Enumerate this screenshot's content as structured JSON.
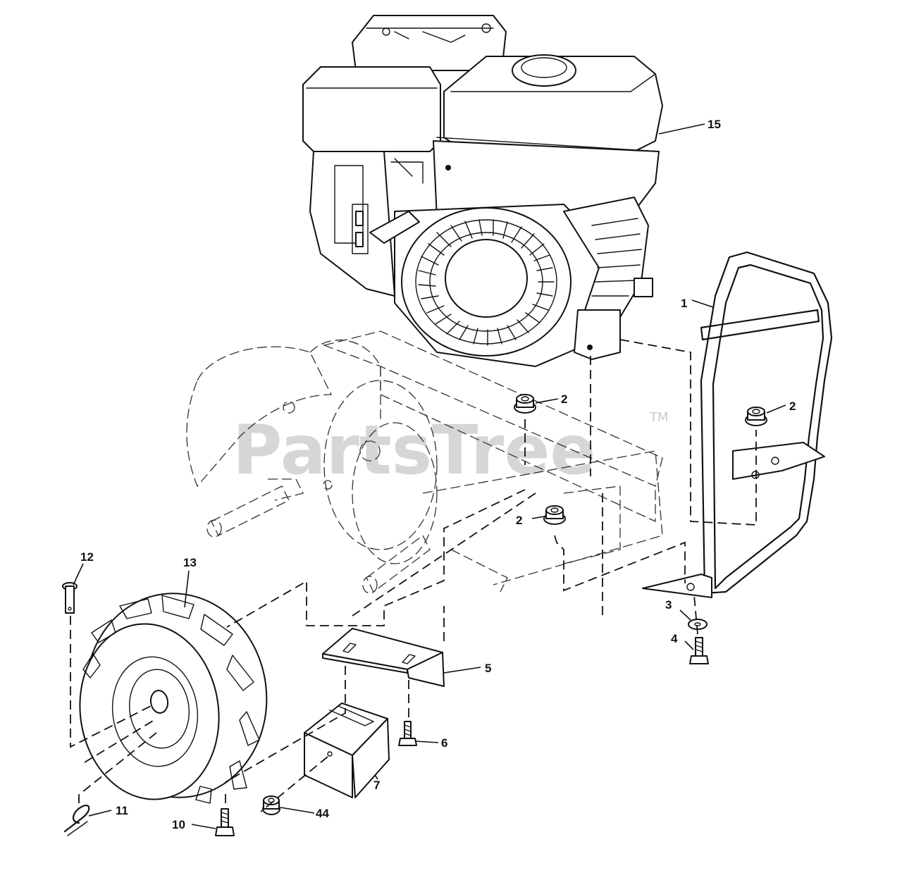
{
  "watermark": {
    "text": "PartsTree",
    "tm": "TM"
  },
  "callouts": {
    "engine": "15",
    "bumper": "1",
    "nut_upper": "2",
    "nut_bumper": "2",
    "nut_lower": "2",
    "washer": "3",
    "bolt_bumper": "4",
    "bracket": "5",
    "bolt_bracket": "6",
    "weight": "7",
    "nut_weight": "44",
    "bolt_wheel": "10",
    "hairpin": "11",
    "clevis_pin": "12",
    "wheel": "13"
  }
}
